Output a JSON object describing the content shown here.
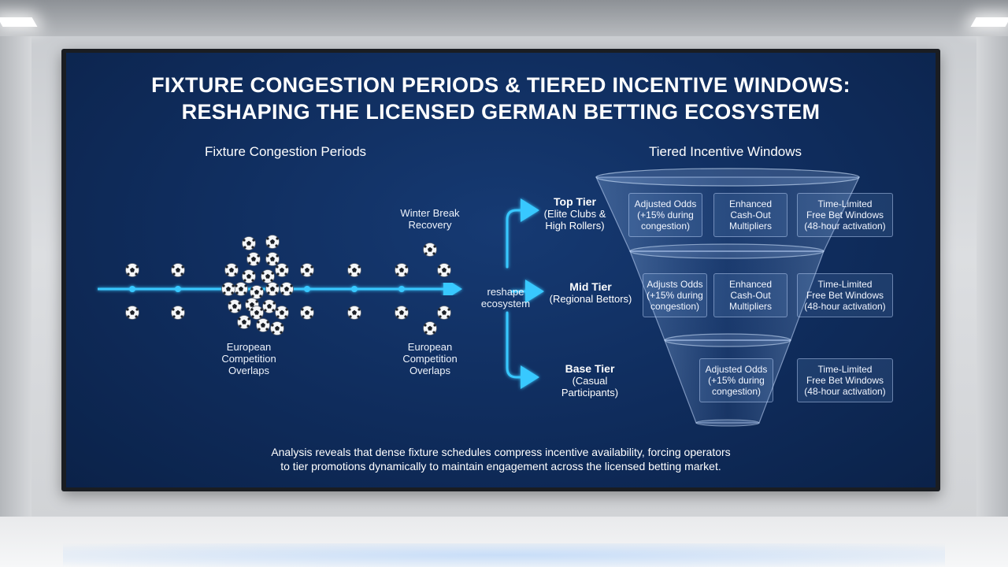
{
  "title": {
    "line1": "Fixture Congestion Periods & Tiered Incentive Windows:",
    "line2": "Reshaping the Licensed German Betting Ecosystem"
  },
  "left_section": {
    "heading": "Fixture Congestion Periods",
    "winter_break": [
      "Winter Break",
      "Recovery"
    ],
    "overlap_left": [
      "European",
      "Competition",
      "Overlaps"
    ],
    "overlap_right": [
      "European",
      "Competition",
      "Overlaps"
    ],
    "hub_label": [
      "reshape",
      "ecosystem"
    ]
  },
  "right_section": {
    "heading": "Tiered Incentive Windows",
    "tiers": [
      {
        "name": "Top Tier",
        "desc": [
          "(Elite Clubs &",
          "High Rollers)"
        ],
        "boxes": [
          [
            "Adjusted Odds",
            "(+15% during",
            "congestion)"
          ],
          [
            "Enhanced",
            "Cash-Out",
            "Multipliers"
          ],
          [
            "Time-Limited",
            "Free Bet Windows",
            "(48-hour activation)"
          ]
        ]
      },
      {
        "name": "Mid Tier",
        "desc": [
          "(Regional Bettors)"
        ],
        "boxes": [
          [
            "Adjusts Odds",
            "(+15% during",
            "congestion)"
          ],
          [
            "Enhanced",
            "Cash-Out",
            "Multipliers"
          ],
          [
            "Time-Limited",
            "Free Bet Windows",
            "(48-hour activation)"
          ]
        ]
      },
      {
        "name": "Base Tier",
        "desc": [
          "(Casual",
          "Participants)"
        ],
        "boxes": [
          [
            "Adjusted Odds",
            "(+15% during",
            "congestion)"
          ],
          [
            "Time-Limited",
            "Free Bet Windows",
            "(48-hour activation)"
          ]
        ]
      }
    ]
  },
  "summary": {
    "line1": "Analysis reveals that dense fixture schedules compress incentive availability, forcing operators",
    "line2": "to tier promotions dynamically to maintain engagement across the licensed betting market."
  },
  "colors": {
    "accent_cyan": "#38c8ff",
    "panel_blue": "#0f2c5c",
    "text_white": "#ffffff"
  },
  "icons": [
    "soccer-ball-icon",
    "arrow-right-icon"
  ]
}
